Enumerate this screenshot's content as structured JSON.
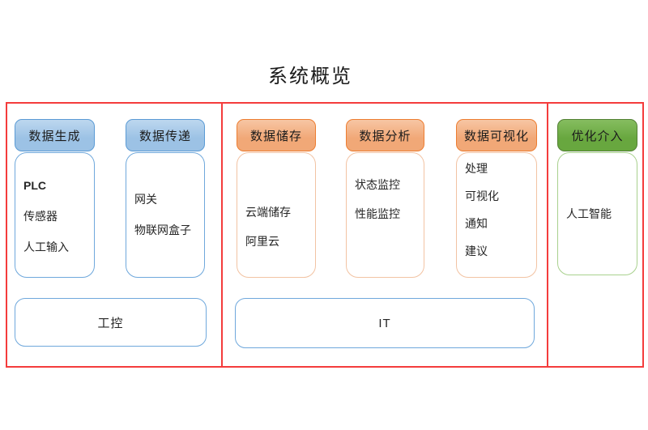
{
  "title": "系统概览",
  "colors": {
    "group_frame_red": "#f43c3c",
    "blue_header_fill": "#9cc2e5",
    "blue_border": "#5b9bd5",
    "orange_header_fill": "#f1a877",
    "orange_border": "#ed7d31",
    "orange_soft_border": "#f2c3a3",
    "green_header_fill": "#68a73f",
    "green_border": "#538135",
    "green_soft_border": "#a9d18e"
  },
  "groups": {
    "generation_transfer": {
      "columns": [
        {
          "header": "数据生成",
          "items": [
            "PLC",
            "传感器",
            "人工输入"
          ]
        },
        {
          "header": "数据传递",
          "items": [
            "网关",
            "物联网盒子"
          ]
        }
      ],
      "bar": "工控"
    },
    "storage_analysis_visualization": {
      "columns": [
        {
          "header": "数据储存",
          "items": [
            "云端储存",
            "阿里云"
          ]
        },
        {
          "header": "数据分析",
          "items": [
            "状态监控",
            "性能监控"
          ]
        },
        {
          "header": "数据可视化",
          "items": [
            "处理",
            "可视化",
            "通知",
            "建议"
          ]
        }
      ],
      "bar": "IT"
    },
    "optimization": {
      "columns": [
        {
          "header": "优化介入",
          "items": [
            "人工智能"
          ]
        }
      ]
    }
  }
}
